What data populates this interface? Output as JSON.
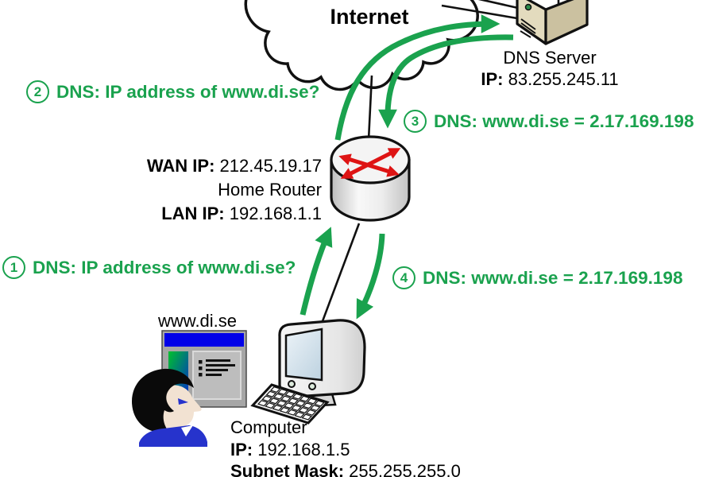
{
  "title": "DNS lookup network diagram",
  "colors": {
    "arrow_green": "#1AA24E",
    "router_red": "#DE1414",
    "title_bar_blue": "#0101E8",
    "shirt_blue": "#2633CC",
    "server_beige": "#E3DBBE",
    "screen_blue": "#D7E6F0",
    "text_black": "#000000"
  },
  "internet": {
    "label": "Internet"
  },
  "dns_server": {
    "label": "DNS Server",
    "ip_label": "IP:",
    "ip": "83.255.245.11"
  },
  "router": {
    "wan_label": "WAN IP:",
    "wan_value": "212.45.19.17",
    "name": "Home Router",
    "lan_label": "LAN IP:",
    "lan_value": "192.168.1.1"
  },
  "computer": {
    "name": "Computer",
    "ip_label": "IP:",
    "ip": "192.168.1.5",
    "subnet_label": "Subnet Mask:",
    "subnet_value": "255.255.255.0"
  },
  "browser": {
    "site": "www.di.se"
  },
  "steps": [
    {
      "num": "1",
      "text": "DNS: IP address of www.di.se?"
    },
    {
      "num": "2",
      "text": "DNS: IP address of www.di.se?"
    },
    {
      "num": "3",
      "text": "DNS: www.di.se = 2.17.169.198"
    },
    {
      "num": "4",
      "text": "DNS: www.di.se = 2.17.169.198"
    }
  ],
  "icons": {
    "cloud": "internet-cloud-icon",
    "server": "dns-server-icon",
    "router": "home-router-icon",
    "monitor": "computer-monitor-icon",
    "keyboard": "keyboard-icon",
    "user": "user-icon",
    "browser": "browser-window-icon"
  }
}
